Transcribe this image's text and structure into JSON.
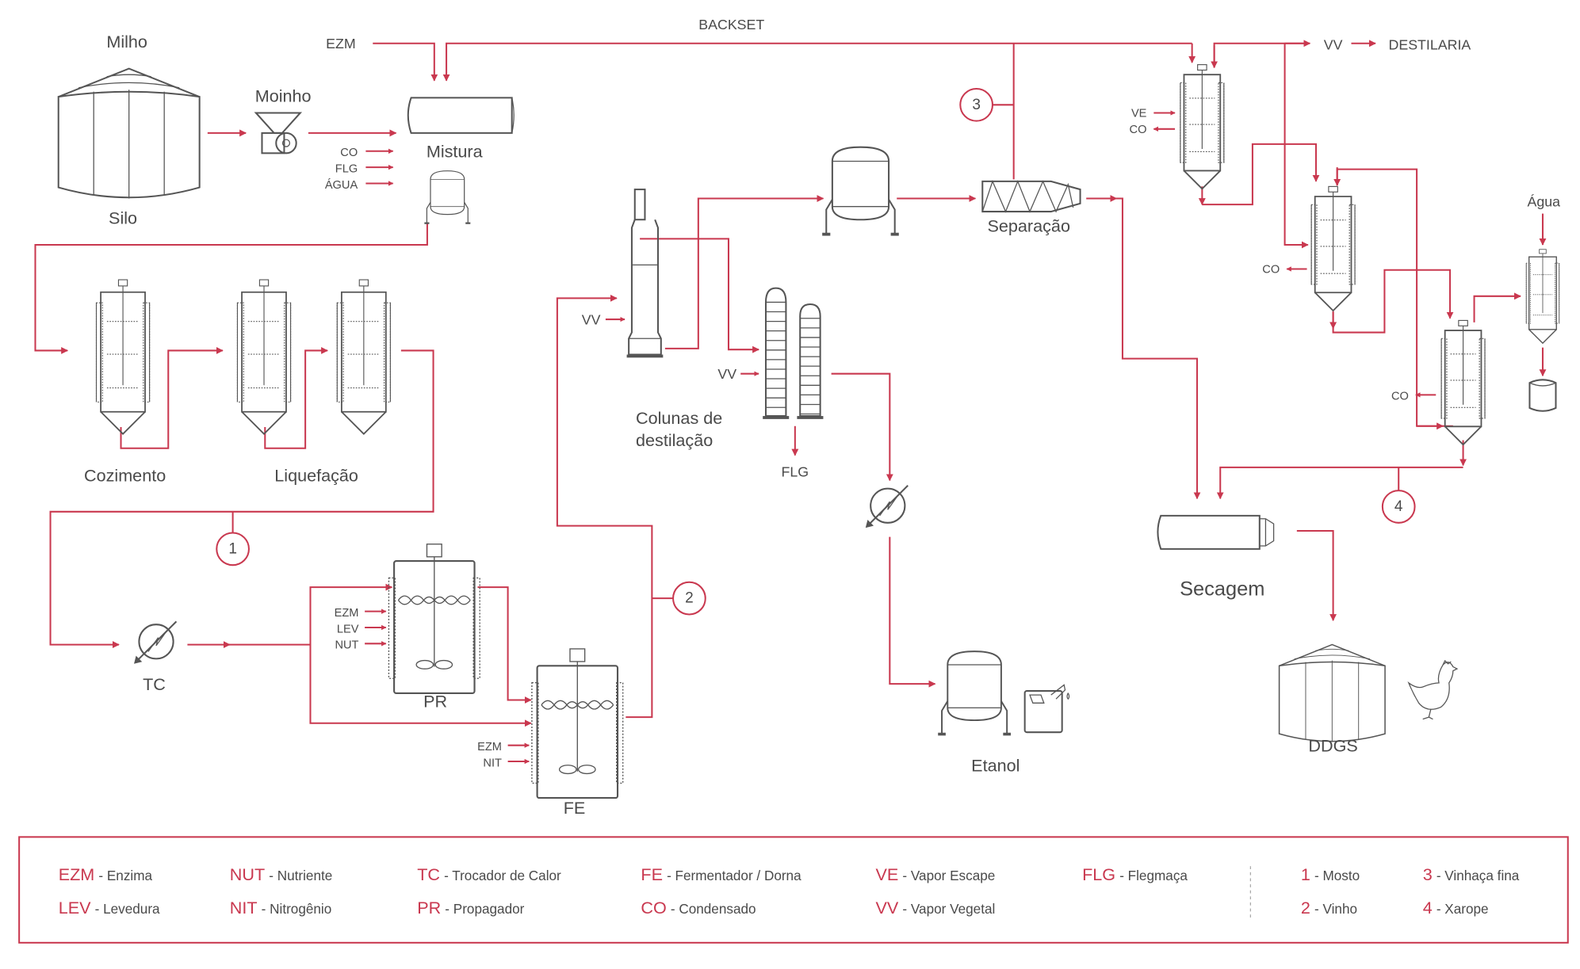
{
  "colors": {
    "accent": "#c9384f",
    "equipment": "#555555",
    "text": "#4a4a4a"
  },
  "stages": {
    "milho": "Milho",
    "silo": "Silo",
    "moinho": "Moinho",
    "mistura": "Mistura",
    "cozimento": "Cozimento",
    "liquefacao": "Liquefação",
    "tc": "TC",
    "pr": "PR",
    "fe": "FE",
    "colunas_line1": "Colunas de",
    "colunas_line2": "destilação",
    "separacao": "Separação",
    "secagem": "Secagem",
    "etanol": "Etanol",
    "ddgs": "DDGS",
    "agua": "Água"
  },
  "streams": {
    "backset": "BACKSET",
    "ezm_top": "EZM",
    "mix_inputs": [
      "CO",
      "FLG",
      "ÁGUA"
    ],
    "pr_inputs": [
      "EZM",
      "LEV",
      "NUT"
    ],
    "fe_inputs": [
      "EZM",
      "NIT"
    ],
    "vv_column1": "VV",
    "vv_column2": "VV",
    "flg_out": "FLG",
    "evap1_in": "VE",
    "evap1_out": "CO",
    "evap2_out": "CO",
    "evap3_out": "CO",
    "vv_out": "VV",
    "destilaria": "DESTILARIA"
  },
  "badges": [
    "1",
    "2",
    "3",
    "4"
  ],
  "legend": {
    "abbreviations": [
      {
        "abbr": "EZM",
        "def": "- Enzima"
      },
      {
        "abbr": "LEV",
        "def": "- Levedura"
      },
      {
        "abbr": "NUT",
        "def": "- Nutriente"
      },
      {
        "abbr": "NIT",
        "def": "- Nitrogênio"
      },
      {
        "abbr": "TC",
        "def": "- Trocador de Calor"
      },
      {
        "abbr": "PR",
        "def": "- Propagador"
      },
      {
        "abbr": "FE",
        "def": "- Fermentador / Dorna"
      },
      {
        "abbr": "CO",
        "def": "- Condensado"
      },
      {
        "abbr": "VE",
        "def": "- Vapor Escape"
      },
      {
        "abbr": "VV",
        "def": "- Vapor Vegetal"
      },
      {
        "abbr": "FLG",
        "def": "- Flegmaça"
      }
    ],
    "streams": [
      {
        "num": "1",
        "def": "- Mosto"
      },
      {
        "num": "2",
        "def": "- Vinho"
      },
      {
        "num": "3",
        "def": "- Vinhaça fina"
      },
      {
        "num": "4",
        "def": "- Xarope"
      }
    ]
  }
}
